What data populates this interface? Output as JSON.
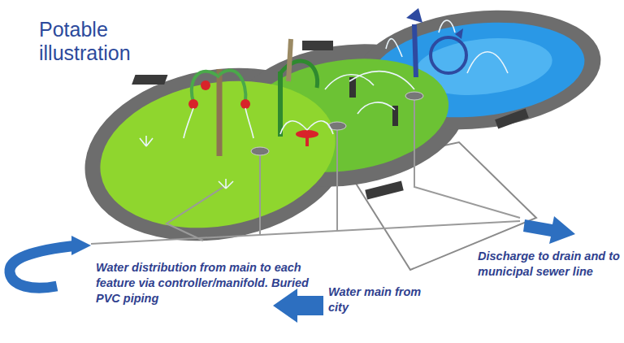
{
  "diagram": {
    "title": "Potable illustration",
    "labels": [
      "Water distribution from main to each feature via controller/manifold. Buried PVC piping",
      "Water main from city",
      "Discharge to drain and to municipal sewer line"
    ]
  }
}
